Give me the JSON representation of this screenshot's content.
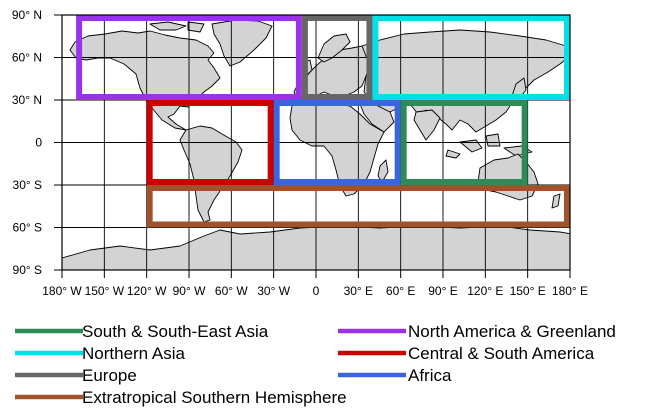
{
  "map": {
    "projection": "equirectangular",
    "lon_range": [
      -180,
      180
    ],
    "lat_range": [
      -90,
      90
    ],
    "gridlines": true,
    "grid_lon_step": 30,
    "grid_lat_step": 30,
    "land_color": "#d3d3d3",
    "coastline_color": "#000000",
    "lat_ticks": [
      {
        "value": 90,
        "label": "90° N"
      },
      {
        "value": 60,
        "label": "60° N"
      },
      {
        "value": 30,
        "label": "30° N"
      },
      {
        "value": 0,
        "label": "0"
      },
      {
        "value": -30,
        "label": "30° S"
      },
      {
        "value": -60,
        "label": "60° S"
      },
      {
        "value": -90,
        "label": "90° S"
      }
    ],
    "lon_ticks": [
      {
        "value": -180,
        "label": "180° W"
      },
      {
        "value": -150,
        "label": "150° W"
      },
      {
        "value": -120,
        "label": "120° W"
      },
      {
        "value": -90,
        "label": "90° W"
      },
      {
        "value": -60,
        "label": "60° W"
      },
      {
        "value": -30,
        "label": "30° W"
      },
      {
        "value": 0,
        "label": "0"
      },
      {
        "value": 30,
        "label": "30° E"
      },
      {
        "value": 60,
        "label": "60° E"
      },
      {
        "value": 90,
        "label": "90° E"
      },
      {
        "value": 120,
        "label": "120° E"
      },
      {
        "value": 150,
        "label": "150° E"
      },
      {
        "value": 180,
        "label": "180° E"
      }
    ],
    "regions": [
      {
        "key": "north-america",
        "name": "North America & Greenland",
        "color": "#9a32e6",
        "lon": [
          -170,
          -10
        ],
        "lat": [
          30,
          90
        ]
      },
      {
        "key": "europe",
        "name": "Europe",
        "color": "#666666",
        "lon": [
          -10,
          40
        ],
        "lat": [
          30,
          90
        ]
      },
      {
        "key": "northern-asia",
        "name": "Northern Asia",
        "color": "#00e0e8",
        "lon": [
          40,
          180
        ],
        "lat": [
          30,
          90
        ]
      },
      {
        "key": "central-south-america",
        "name": "Central & South America",
        "color": "#cc0000",
        "lon": [
          -120,
          -30
        ],
        "lat": [
          -30,
          30
        ]
      },
      {
        "key": "africa",
        "name": "Africa",
        "color": "#3a66dd",
        "lon": [
          -30,
          60
        ],
        "lat": [
          -30,
          30
        ]
      },
      {
        "key": "south-asia",
        "name": "South & South-East Asia",
        "color": "#2e8b57",
        "lon": [
          60,
          150
        ],
        "lat": [
          -30,
          30
        ]
      },
      {
        "key": "southern-hemisphere",
        "name": "Extratropical Southern Hemisphere",
        "color": "#a0522d",
        "lon": [
          -120,
          180
        ],
        "lat": [
          -60,
          -30
        ]
      }
    ]
  },
  "legend": {
    "items": [
      {
        "label": "South & South-East Asia",
        "color": "#2e8b57"
      },
      {
        "label": "North America & Greenland",
        "color": "#9a32e6"
      },
      {
        "label": "Northern Asia",
        "color": "#00e0e8"
      },
      {
        "label": "Central & South America",
        "color": "#cc0000"
      },
      {
        "label": "Europe",
        "color": "#666666"
      },
      {
        "label": "Africa",
        "color": "#3a66dd"
      },
      {
        "label": "Extratropical Southern Hemisphere",
        "color": "#a0522d"
      }
    ]
  }
}
